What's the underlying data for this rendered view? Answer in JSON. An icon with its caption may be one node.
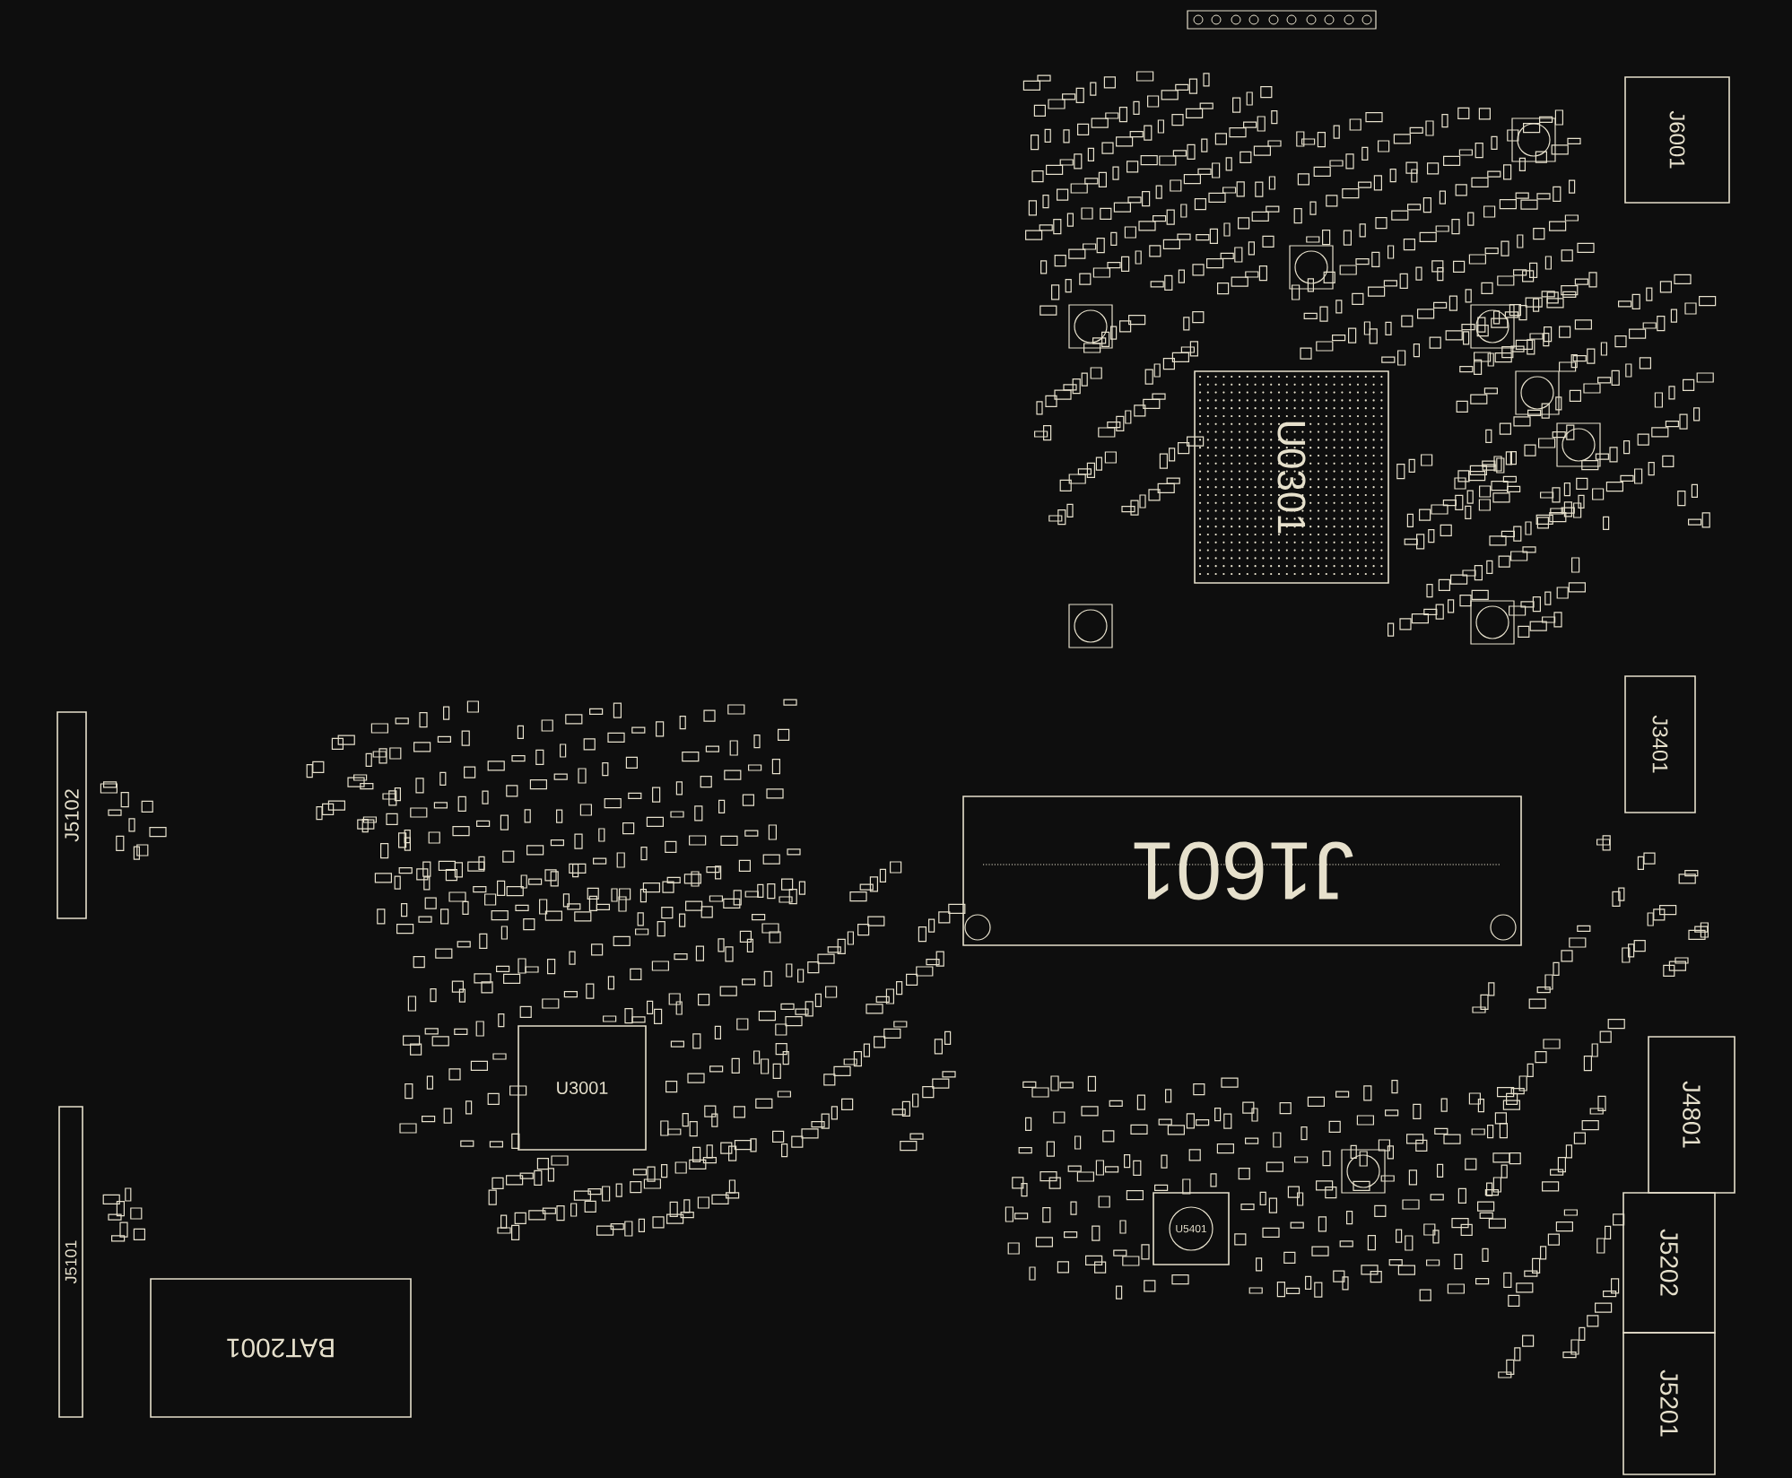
{
  "diagram": {
    "nodes": [
      {
        "text": [
          "J6001"
        ]
      },
      {
        "text": [
          "U0301"
        ]
      },
      {
        "text": [
          "J1601"
        ]
      },
      {
        "text": [
          "J3401"
        ]
      },
      {
        "text": [
          "J4801"
        ]
      },
      {
        "text": [
          "J5202"
        ]
      },
      {
        "text": [
          "J5201"
        ]
      },
      {
        "text": [
          "U3001"
        ]
      },
      {
        "text": [
          "BAT2001"
        ]
      },
      {
        "text": [
          "J5102"
        ]
      },
      {
        "text": [
          "J5101"
        ]
      },
      {
        "text": [
          "U5401"
        ]
      }
    ]
  }
}
